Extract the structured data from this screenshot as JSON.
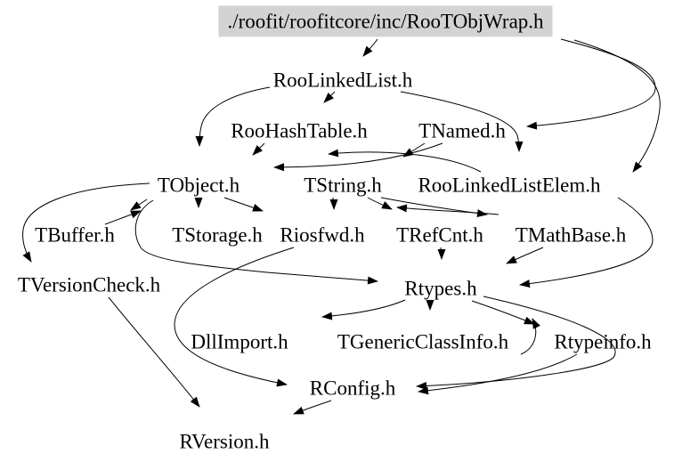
{
  "diagram": {
    "type": "include-dependency-graph",
    "colors": {
      "background": "#ffffff",
      "edge": "#000000",
      "text": "#000000",
      "highlight_bg": "#d3d3d3"
    },
    "nodes": [
      {
        "id": "rootobjwrap",
        "label": "./roofit/roofitcore/inc/RooTObjWrap.h",
        "highlighted": true
      },
      {
        "id": "roolinkedlist",
        "label": "RooLinkedList.h",
        "highlighted": false
      },
      {
        "id": "roohashtable",
        "label": "RooHashTable.h",
        "highlighted": false
      },
      {
        "id": "tnamed",
        "label": "TNamed.h",
        "highlighted": false
      },
      {
        "id": "tobject",
        "label": "TObject.h",
        "highlighted": false
      },
      {
        "id": "tstring",
        "label": "TString.h",
        "highlighted": false
      },
      {
        "id": "roolinkedlistelem",
        "label": "RooLinkedListElem.h",
        "highlighted": false
      },
      {
        "id": "tbuffer",
        "label": "TBuffer.h",
        "highlighted": false
      },
      {
        "id": "tstorage",
        "label": "TStorage.h",
        "highlighted": false
      },
      {
        "id": "riosfwd",
        "label": "Riosfwd.h",
        "highlighted": false
      },
      {
        "id": "trefcnt",
        "label": "TRefCnt.h",
        "highlighted": false
      },
      {
        "id": "tmathbase",
        "label": "TMathBase.h",
        "highlighted": false
      },
      {
        "id": "tversioncheck",
        "label": "TVersionCheck.h",
        "highlighted": false
      },
      {
        "id": "rtypes",
        "label": "Rtypes.h",
        "highlighted": false
      },
      {
        "id": "dllimport",
        "label": "DllImport.h",
        "highlighted": false
      },
      {
        "id": "tgenericclassinfo",
        "label": "TGenericClassInfo.h",
        "highlighted": false
      },
      {
        "id": "rtypeinfo",
        "label": "Rtypeinfo.h",
        "highlighted": false
      },
      {
        "id": "rconfig",
        "label": "RConfig.h",
        "highlighted": false
      },
      {
        "id": "rversion",
        "label": "RVersion.h",
        "highlighted": false
      }
    ],
    "edges": [
      {
        "from": "rootobjwrap",
        "to": "roolinkedlist"
      },
      {
        "from": "rootobjwrap",
        "to": "tnamed"
      },
      {
        "from": "rootobjwrap",
        "to": "roolinkedlistelem"
      },
      {
        "from": "roolinkedlist",
        "to": "roohashtable"
      },
      {
        "from": "roolinkedlist",
        "to": "tobject"
      },
      {
        "from": "roolinkedlist",
        "to": "roolinkedlistelem"
      },
      {
        "from": "roohashtable",
        "to": "tobject"
      },
      {
        "from": "tnamed",
        "to": "tobject"
      },
      {
        "from": "tnamed",
        "to": "tstring"
      },
      {
        "from": "roolinkedlistelem",
        "to": "tstring"
      },
      {
        "from": "tmathbase",
        "to": "tstring"
      },
      {
        "from": "tstring",
        "to": "riosfwd"
      },
      {
        "from": "tobject",
        "to": "tstorage"
      },
      {
        "from": "tobject",
        "to": "riosfwd"
      },
      {
        "from": "tobject",
        "to": "tversioncheck"
      },
      {
        "from": "tobject",
        "to": "tbuffer"
      },
      {
        "from": "tbuffer",
        "to": "tobject"
      },
      {
        "from": "tobject",
        "to": "rtypes"
      },
      {
        "from": "tstring",
        "to": "trefcnt"
      },
      {
        "from": "tstring",
        "to": "tmathbase"
      },
      {
        "from": "trefcnt",
        "to": "rtypes"
      },
      {
        "from": "tmathbase",
        "to": "rtypes"
      },
      {
        "from": "roolinkedlistelem",
        "to": "rtypes"
      },
      {
        "from": "riosfwd",
        "to": "rconfig"
      },
      {
        "from": "rtypes",
        "to": "dllimport"
      },
      {
        "from": "rtypes",
        "to": "tgenericclassinfo"
      },
      {
        "from": "rtypes",
        "to": "rtypeinfo"
      },
      {
        "from": "rtypes",
        "to": "rconfig"
      },
      {
        "from": "rtypeinfo",
        "to": "rconfig"
      },
      {
        "from": "tgenericclassinfo",
        "to": "rtypes"
      },
      {
        "from": "tversioncheck",
        "to": "rversion"
      },
      {
        "from": "rconfig",
        "to": "rversion"
      }
    ]
  }
}
